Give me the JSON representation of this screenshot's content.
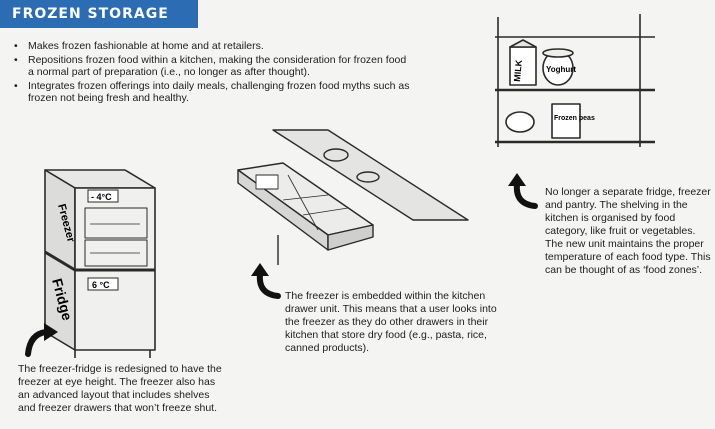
{
  "title": "FROZEN STORAGE",
  "bullets": [
    "Makes frozen fashionable at home and at retailers.",
    "Repositions frozen food within a kitchen, making the consideration for frozen food a normal part of preparation (i.e., no longer as after thought).",
    "Integrates frozen offerings into daily meals, challenging frozen food myths such as frozen not being fresh and healthy."
  ],
  "captions": {
    "fridge": "The freezer-fridge is redesigned to have the freezer at eye height. The freezer also has an advanced layout that includes shelves and freezer drawers that won’t freeze shut.",
    "drawer": "The freezer is embedded within the kitchen drawer unit. This means that a user looks into the freezer as they do other drawers in their kitchen that store dry food (e.g., pasta, rice, canned products).",
    "food_zones": "No longer a separate fridge, freezer and pantry. The shelving in the kitchen is organised by food category, like fruit or vegetables. The new unit maintains the proper temperature of each food type. This can be thought of as ‘food zones’."
  },
  "sketch_labels": {
    "freezer": "Freezer",
    "fridge": "Fridge",
    "freezer_temp": "- 4°C",
    "fridge_temp": "6 °C",
    "milk": "MILK",
    "yoghurt": "Yoghurt",
    "frozen_peas": "Frozen peas"
  },
  "colors": {
    "title_bg": "#2b6cb3",
    "title_text": "#ffffff"
  },
  "icons": [
    "curved-arrow-icon"
  ]
}
